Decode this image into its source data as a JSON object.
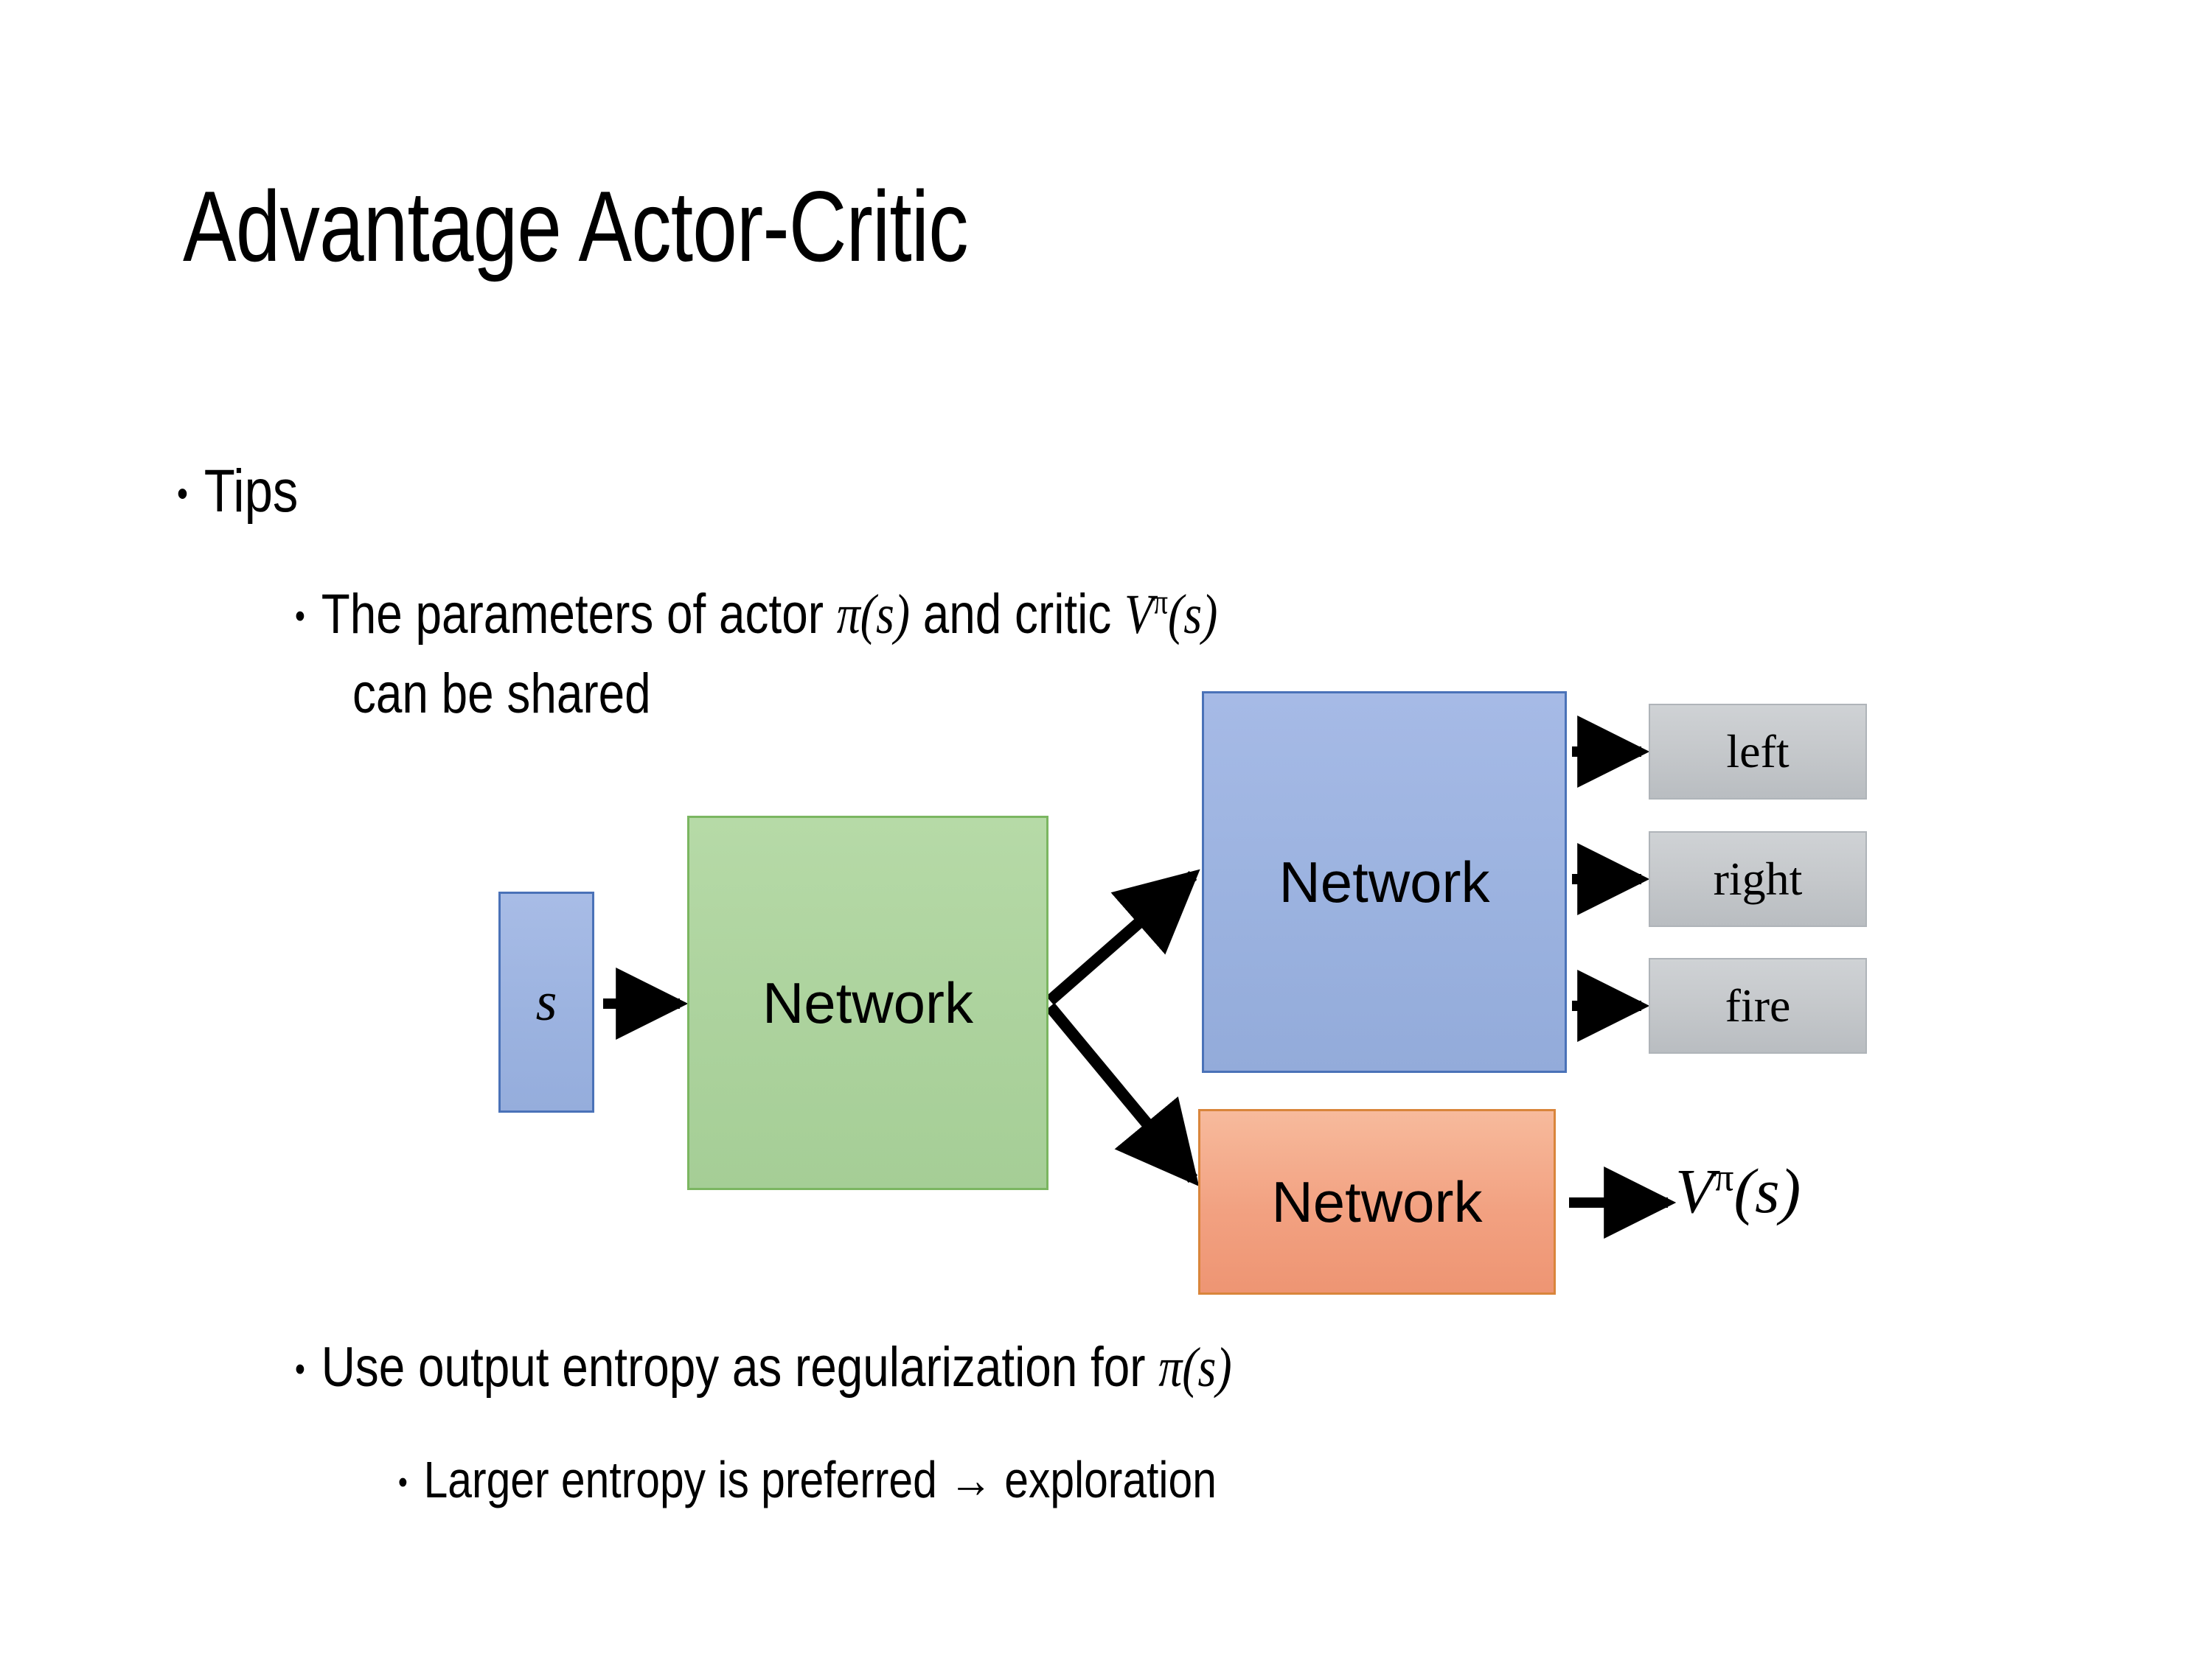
{
  "slide": {
    "title": "Advantage Actor-Critic",
    "background_color": "#FFFFFF"
  },
  "bullets": {
    "tips": "Tips",
    "shared_params_line1_a": "The parameters of actor ",
    "shared_params_pi": "π",
    "shared_params_pi_arg": "(s)",
    "shared_params_line1_b": "  and critic ",
    "shared_params_v": "V",
    "shared_params_v_sup": "π",
    "shared_params_v_arg": "(s)",
    "shared_params_line2": "can be shared",
    "entropy_a": "Use output entropy as regularization for ",
    "entropy_pi": "π",
    "entropy_pi_arg": "(s)",
    "larger_entropy": "Larger entropy is preferred → exploration",
    "bullet_glyph": "•"
  },
  "diagram": {
    "state_label": "s",
    "shared_network_label": "Network",
    "actor_network_label": "Network",
    "critic_network_label": "Network",
    "actions": [
      {
        "label": "left"
      },
      {
        "label": "right"
      },
      {
        "label": "fire"
      }
    ],
    "critic_output": {
      "symbol": "V",
      "superscript": "π",
      "argument": "(s)"
    },
    "colors": {
      "state_fill": "#9CB3E0",
      "state_border": "#4A72B8",
      "shared_fill": "#ADD39E",
      "shared_border": "#7BB661",
      "actor_fill": "#9CB3E0",
      "actor_border": "#4A72B8",
      "critic_fill": "#F2A181",
      "critic_border": "#D9853B",
      "action_fill": "#C5C8CB",
      "action_border": "#AFB4B9",
      "arrow": "#000000"
    }
  }
}
